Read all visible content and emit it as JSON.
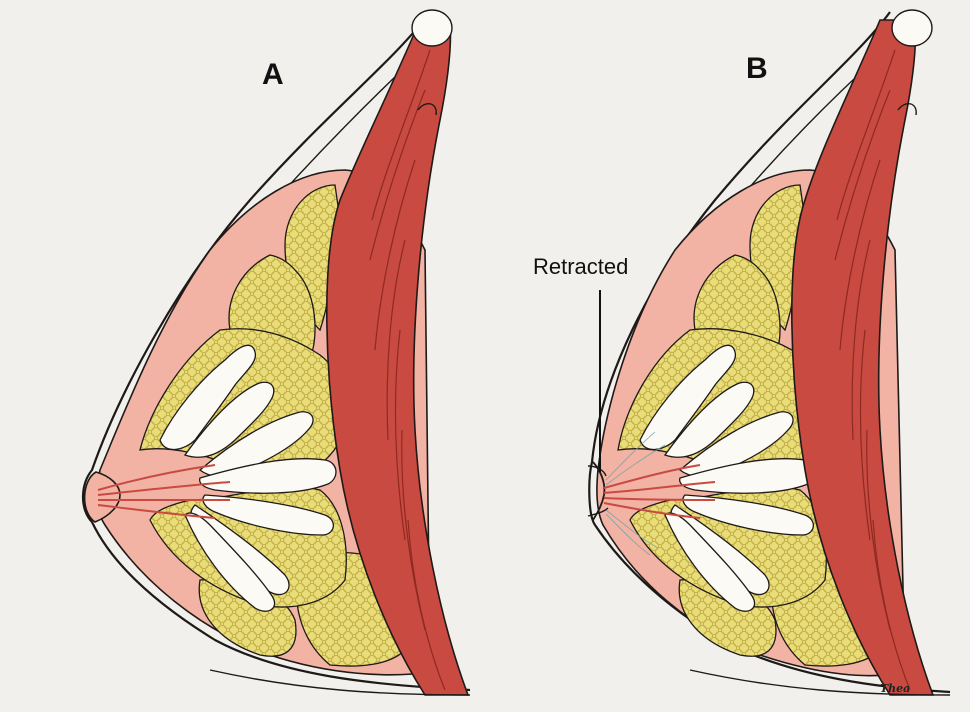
{
  "figure": {
    "panels": [
      {
        "label": "A"
      },
      {
        "label": "B"
      }
    ],
    "callout": "Retracted",
    "signature": "Thea"
  },
  "colors": {
    "background": "#f2f0ec",
    "muscle": "#c84a40",
    "muscle_stripe": "#8e2a22",
    "fascia": "#f2b2a4",
    "fat": "#e9dd7a",
    "fat_dots": "#c6b24a",
    "lobule": "#fbfaf5",
    "outline": "#1e1a18"
  }
}
